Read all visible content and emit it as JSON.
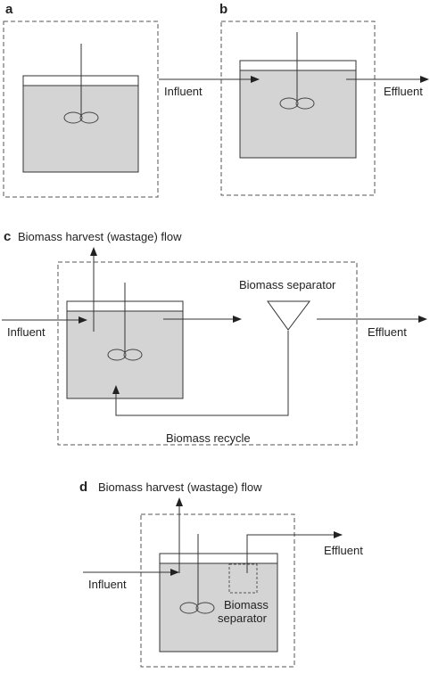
{
  "panels": {
    "a": {
      "letter": "a"
    },
    "b": {
      "letter": "b",
      "influent": "Influent",
      "effluent": "Effluent"
    },
    "c": {
      "letter": "c",
      "harvest": "Biomass harvest (wastage) flow",
      "separator": "Biomass separator",
      "influent": "Influent",
      "effluent": "Effluent",
      "recycle": "Biomass recycle"
    },
    "d": {
      "letter": "d",
      "harvest": "Biomass harvest (wastage) flow",
      "effluent": "Effluent",
      "influent": "Influent",
      "separator_line1": "Biomass",
      "separator_line2": "separator"
    }
  },
  "colors": {
    "liquid": "#d4d4d4",
    "stroke": "#333333"
  }
}
